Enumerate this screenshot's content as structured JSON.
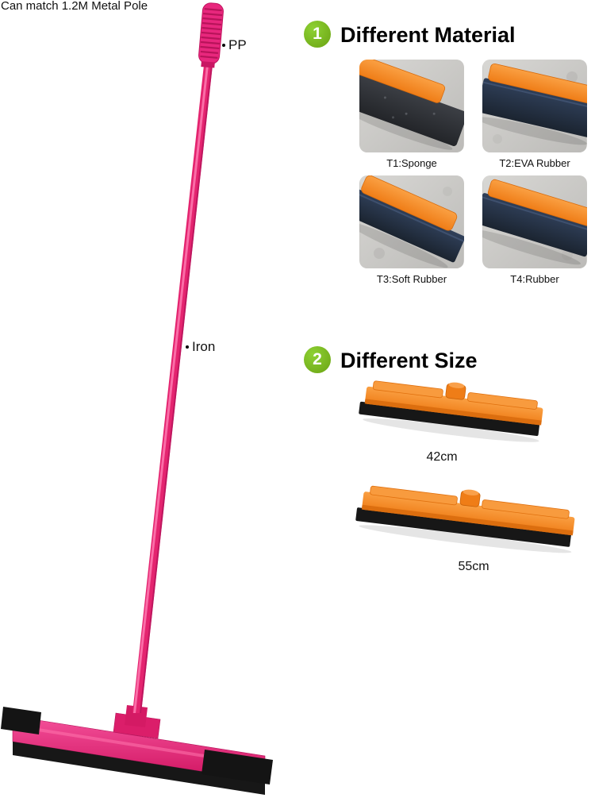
{
  "top_note": "Can match 1.2M Metal Pole",
  "mop_labels": {
    "grip": "PP",
    "pole": "Iron"
  },
  "sections": {
    "material": {
      "number": "1",
      "title": "Different Material",
      "items": [
        {
          "label": "T1:Sponge"
        },
        {
          "label": "T2:EVA Rubber"
        },
        {
          "label": "T3:Soft Rubber"
        },
        {
          "label": "T4:Rubber"
        }
      ]
    },
    "size": {
      "number": "2",
      "title": "Different Size",
      "items": [
        {
          "label": "42cm"
        },
        {
          "label": "55cm"
        }
      ]
    }
  },
  "colors": {
    "pink": "#e4246f",
    "green": "#6ba313",
    "orange": "#ef7d17",
    "foam-black": "#171717",
    "navy": "#25303f"
  }
}
